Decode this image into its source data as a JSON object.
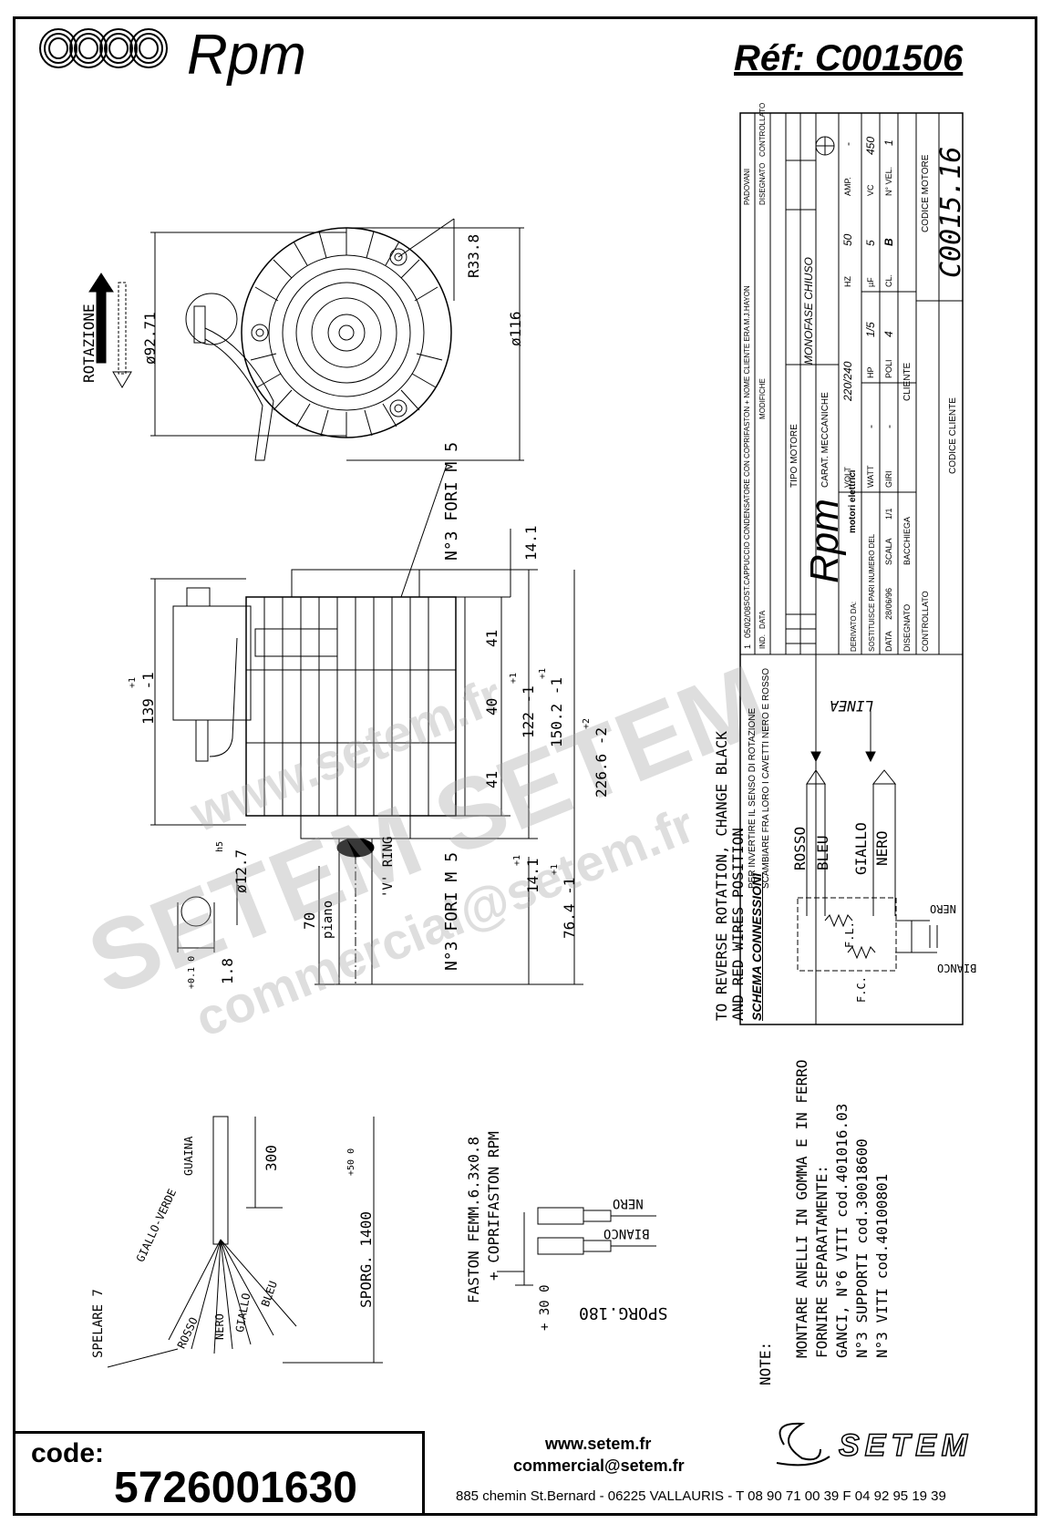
{
  "header": {
    "brand": "Rpm",
    "reference": "Réf:  C001506"
  },
  "watermark": {
    "line1": "www.setem.fr",
    "line2": "SETEM SETEM",
    "line3": "commercial@setem.fr"
  },
  "drawing": {
    "rotation_label": "ROTAZIONE",
    "dims": {
      "d9271": "ø92.71",
      "r338": "R33.8",
      "d116": "ø116",
      "holes_top": "N°3 FORI M 5",
      "d139": "139 -1",
      "d139_tol": "+1",
      "d141_top": "14.1",
      "d41_top": "41",
      "d40": "40",
      "d41_bot": "41",
      "d122": "122 -1",
      "d122_tol": "+1",
      "d1502": "150.2 -1",
      "d1502_tol": "+1",
      "d2266": "226.6 -2",
      "d2266_tol": "+2",
      "d127": "ø12.7",
      "h5": "h5",
      "d70": "70",
      "piano": "piano",
      "v_ring": "'V' RING",
      "holes_bot": "N°3 FORI M 5",
      "d141_bot": "14.1",
      "d141_bot_tol": "+1",
      "d764": "76.4 -1",
      "d764_tol": "+1",
      "d18": "1.8",
      "d18_tol": "+0.1 0"
    },
    "cable": {
      "guaina": "GUAINA",
      "d300": "300",
      "sporg": "SPORG. 1400",
      "sporg_tol": "+50 0",
      "spelare": "SPELARE 7",
      "wires": [
        "GIALLO-VERDE",
        "ROSSO",
        "NERO",
        "GIALLO",
        "BLEU"
      ]
    },
    "faston": {
      "label1": "FASTON FEMM.6.3x0.8",
      "label2": "+ COPRIFASTON RPM",
      "nero": "NERO",
      "bianco": "BIANCO",
      "sporg180": "SPORG.180",
      "sporg180_tol": "+ 30 0"
    },
    "wiring": {
      "rev1": "TO REVERSE ROTATION, CHANGE BLACK",
      "rev2": "AND RED WIRES POSITION",
      "schema": "SCHEMA CONNESSIONI",
      "inv1": "PER INVERTIRE IL SENSO DI ROTAZIONE",
      "inv2": "SCAMBIARE FRA LORO I CAVETTI NERO E ROSSO",
      "linea": "LINEA",
      "rosso": "ROSSO",
      "bleu": "BLEU",
      "giallo": "GIALLO",
      "nero": "NERO",
      "nero_r": "NERO",
      "bianco_r": "BIANCO",
      "fl": "F.L.",
      "fc": "F.C."
    },
    "notes": {
      "title": "NOTE:",
      "l1": "MONTARE ANELLI IN GOMMA E IN FERRO",
      "l2": "FORNIRE SEPARATAMENTE:",
      "l3": "GANCI, N°6 VITI cod.401016.03",
      "l4": "N°3 SUPPORTI cod.30018600",
      "l5": "N°3 VITI cod.40100801"
    }
  },
  "title_block": {
    "rev_row1": [
      "1",
      "05/02/08",
      "SOST.CAPPUCCIO CONDENSATORE CON COPRIFASTON + NOME CLIENTE ERA M.J.HAYON",
      "PADOVANI"
    ],
    "rev_header": [
      "IND.",
      "DATA",
      "MODIFICHE",
      "DISEGNATO",
      "CONTROLLATO"
    ],
    "brand": "Rpm",
    "brand_sub": "motori elettrici",
    "derivato": "DERIVATO DA:",
    "sostituisce": "SOSTITUISCE PARI NUMERO DEL",
    "data": "DATA",
    "data_val": "28/06/96",
    "scala": "SCALA",
    "scala_val": "1/1",
    "disegnato": "DISEGNATO",
    "disegnato_val": "BACCHIEGA",
    "controllato": "CONTROLLATO",
    "tipo_motore": "TIPO MOTORE",
    "tipo_val": "MONOFASE CHIUSO",
    "carat": "CARAT. MECCANICHE",
    "volt": "VOLT",
    "volt_val": "220/240",
    "hz": "HZ",
    "hz_val": "50",
    "amp": "AMP.",
    "amp_val": "-",
    "watt": "WATT",
    "watt_val": "-",
    "hp": "HP",
    "hp_val": "1/5",
    "uf": "µF",
    "uf_val": "5",
    "vc": "VC",
    "vc_val": "450",
    "giri": "GIRI",
    "giri_val": "-",
    "poli": "POLI",
    "poli_val": "4",
    "cl": "CL.",
    "cl_val": "B",
    "nvel": "N° VEL.",
    "nvel_val": "1",
    "cliente": "CLIENTE",
    "codice_cliente": "CODICE CLIENTE",
    "codice_motore": "CODICE MOTORE",
    "codice_motore_val": "C0015.16"
  },
  "footer": {
    "code_label": "code:",
    "code_value": "5726001630",
    "website": "www.setem.fr",
    "email": "commercial@setem.fr",
    "address": "885 chemin St.Bernard  -  06225 VALLAURIS  -  T 08 90 71 00 39  F 04 92 95 19 39",
    "logo": "SETEM"
  }
}
